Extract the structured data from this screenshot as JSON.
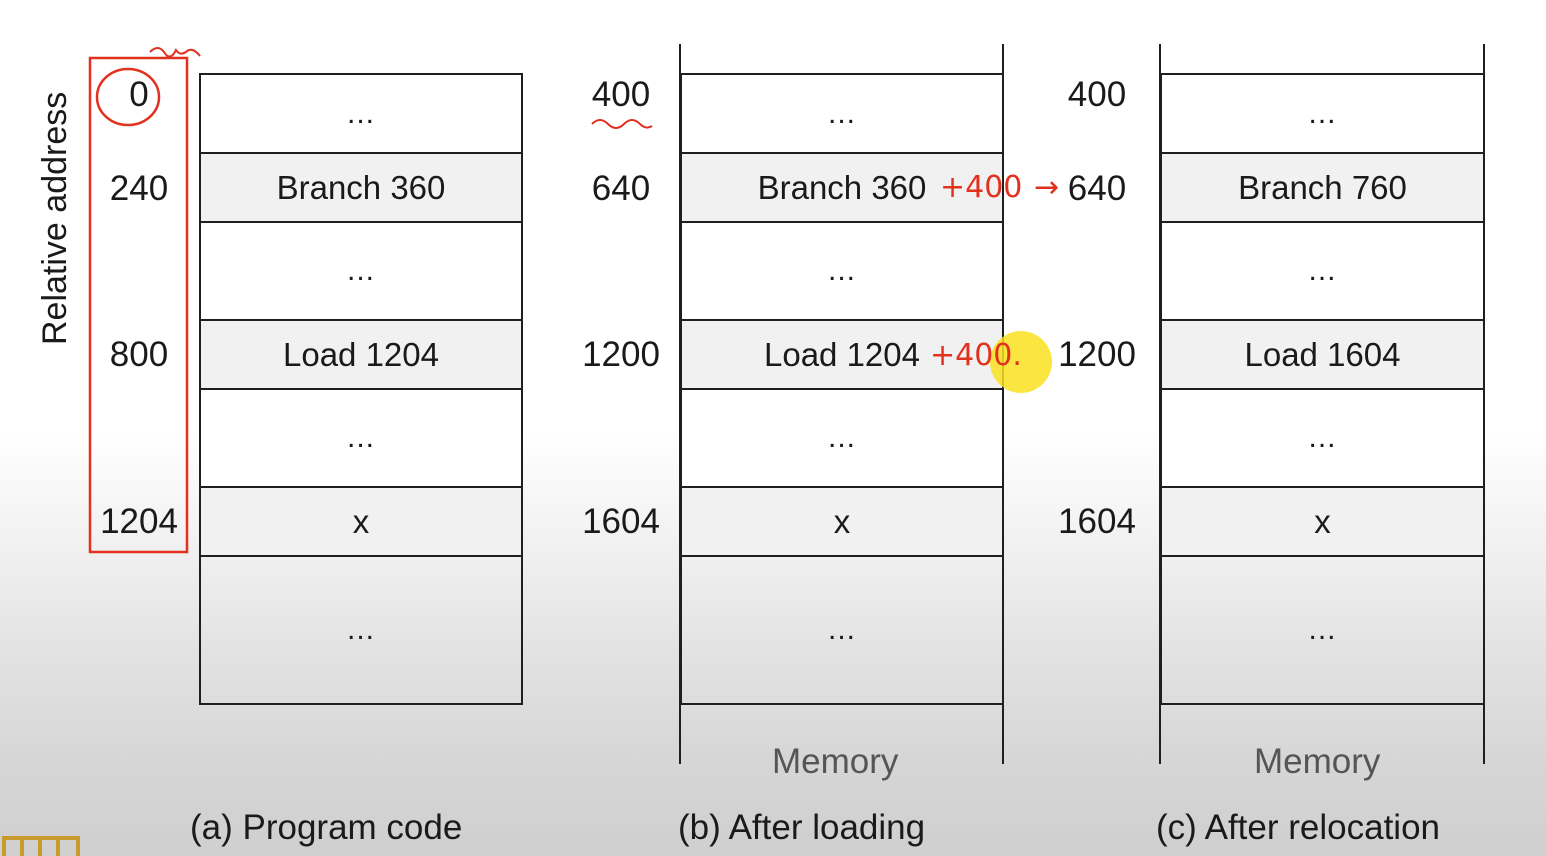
{
  "axis_label": "Relative address",
  "panels": [
    {
      "caption": "(a) Program code",
      "addresses": [
        "0",
        "240",
        "800",
        "1204"
      ],
      "cells": [
        "...",
        "Branch 360",
        "...",
        "Load 1204",
        "...",
        "x",
        "..."
      ]
    },
    {
      "caption": "(b) After loading",
      "memory_label": "Memory",
      "addresses": [
        "400",
        "640",
        "1200",
        "1604"
      ],
      "cells": [
        "...",
        "Branch 360",
        "...",
        "Load 1204",
        "...",
        "x",
        "..."
      ]
    },
    {
      "caption": "(c) After relocation",
      "memory_label": "Memory",
      "addresses": [
        "400",
        "640",
        "1200",
        "1604"
      ],
      "cells": [
        "...",
        "Branch 760",
        "...",
        "Load 1604",
        "...",
        "x",
        "..."
      ]
    }
  ],
  "annotations": {
    "branch_offset": "+400",
    "arrow": "→",
    "load_offset": "+400."
  },
  "colors": {
    "annotation": "#e2311f",
    "highlight": "#f9de1e",
    "shaded_cell": "#f1f1f1"
  }
}
